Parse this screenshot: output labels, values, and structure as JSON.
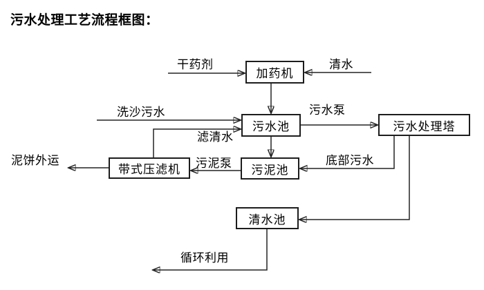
{
  "title": "污水处理工艺流程框图：",
  "diagram": {
    "nodes": {
      "dosing_machine": {
        "label": "加药机"
      },
      "sewage_pool": {
        "label": "污水池"
      },
      "treatment_tower": {
        "label": "污水处理塔"
      },
      "belt_filter_press": {
        "label": "带式压滤机"
      },
      "sludge_pool": {
        "label": "污泥池"
      },
      "clean_water_pool": {
        "label": "清水池"
      }
    },
    "flow_labels": {
      "dry_chemical": "干药剂",
      "clean_water_in": "清水",
      "sand_washing_sewage": "洗沙污水",
      "sewage_pump": "污水泵",
      "filtered_water": "滤清水",
      "mud_cake_outbound": "泥饼外运",
      "sludge_pump": "污泥泵",
      "bottom_sewage": "底部污水",
      "recycle_use": "循环利用"
    },
    "colors": {
      "line": "#222222",
      "text": "#000000",
      "background": "#ffffff"
    }
  }
}
